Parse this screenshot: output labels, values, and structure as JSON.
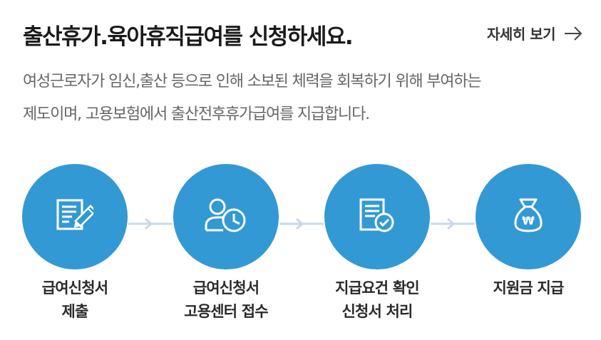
{
  "header": {
    "title": "출산휴가.육아휴직급여를 신청하세요.",
    "more_label": "자세히 보기",
    "more_icon": "arrow-right-icon"
  },
  "description": {
    "line1": "여성근로자가 임신,출산 등으로 인해 소보된 체력을 회복하기 위해 부여하는",
    "line2": "제도이며, 고용보험에서 출산전후휴가급여를 지급합니다."
  },
  "steps": [
    {
      "icon": "document-edit-icon",
      "line1": "급여신청서",
      "line2": "제출"
    },
    {
      "icon": "user-clock-icon",
      "line1": "급여신청서",
      "line2": "고용센터 접수"
    },
    {
      "icon": "document-check-icon",
      "line1": "지급요건 확인",
      "line2": "신청서 처리"
    },
    {
      "icon": "money-bag-icon",
      "line1": "지원금 지급",
      "line2": ""
    }
  ],
  "colors": {
    "accent": "#3399d4",
    "connector": "#c9d9e8",
    "title": "#1a1a1a",
    "description": "#666666"
  }
}
